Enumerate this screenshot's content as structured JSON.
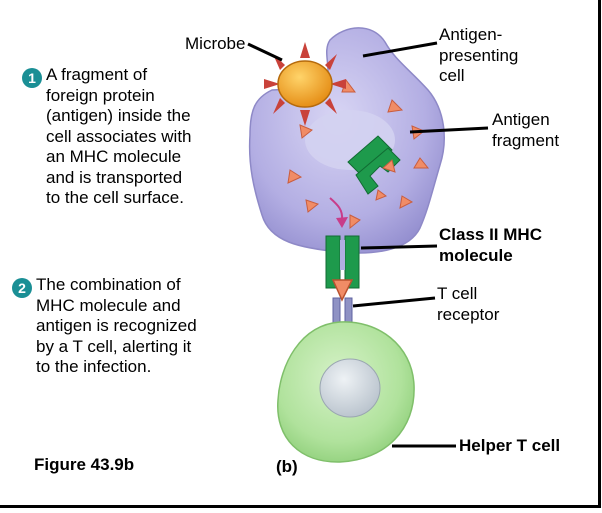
{
  "steps": [
    {
      "number": "1",
      "lines": [
        "A fragment of",
        "foreign protein",
        "(antigen) inside the",
        "cell associates with",
        "an MHC molecule",
        "and is transported",
        "to the cell surface."
      ]
    },
    {
      "number": "2",
      "lines": [
        "The combination of",
        "MHC molecule and",
        "antigen is recognized",
        "by a T cell, alerting it",
        "to the infection."
      ]
    }
  ],
  "labels": {
    "microbe": "Microbe",
    "apc": [
      "Antigen-",
      "presenting",
      "cell"
    ],
    "antigen_fragment": [
      "Antigen",
      "fragment"
    ],
    "class_ii_mhc": [
      "Class II MHC",
      "molecule"
    ],
    "t_cell_receptor": [
      "T cell",
      "receptor"
    ],
    "helper_t_cell": "Helper T cell"
  },
  "figure_label": "Figure 43.9b",
  "panel_label": "(b)",
  "colors": {
    "apc_fill": "#b9b5e6",
    "apc_nucleus": "#cfcdee",
    "microbe_fill": "#f2a81e",
    "microbe_spikes": "#c9423a",
    "antigen_fill": "#f0916a",
    "mhc_green": "#1f9a4d",
    "receptor_fill": "#8f92c4",
    "t_cell_fill": "#b8e6a6",
    "t_cell_nucleus": "#d6dde4",
    "badge": "#1a8f95",
    "arrow_magenta": "#c83d8a"
  }
}
